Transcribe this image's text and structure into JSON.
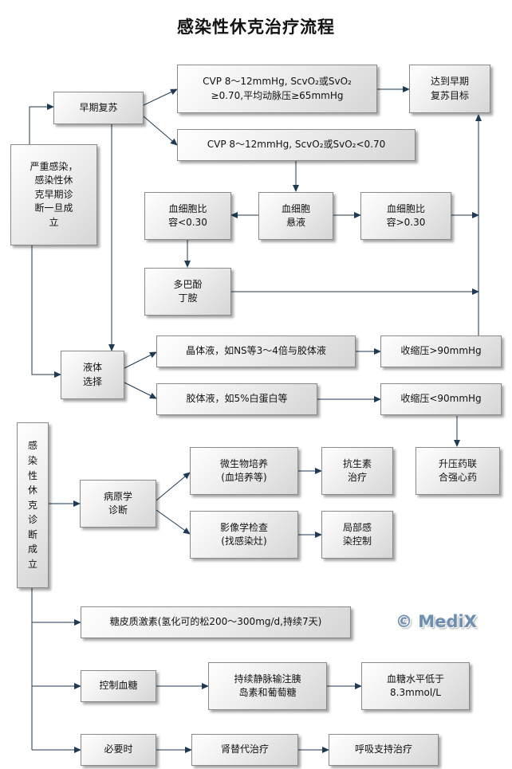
{
  "title": "感染性休克治疗流程",
  "colors": {
    "edge": "#1f3a52",
    "node_border": "#8a8a8a",
    "watermark": "#6e8fb0"
  },
  "nodes": {
    "severe_infection": "严重感染，\n感染性休\n克早期诊\n断一旦成\n立",
    "shock_confirmed": "感\n染\n性\n休\n克\n诊\n断\n成\n立",
    "early_resuscitation": "早期复苏",
    "cvp_target_met": "CVP 8～12mmHg, ScvO₂或SvO₂\n≥0.70,平均动脉压≥65mmHg",
    "cvp_target_unmet": "CVP 8～12mmHg, ScvO₂或SvO₂<0.70",
    "early_goal_reached": "达到早期\n复苏目标",
    "hct_low": "血细胞比\n容<0.30",
    "rbc_suspension": "血细胞\n悬液",
    "hct_high": "血细胞比\n容>0.30",
    "dobutamine": "多巴酚\n丁胺",
    "fluid_choice": "液体\n选择",
    "crystalloid": "晶体液，如NS等3～4倍与胶体液",
    "colloid": "胶体液，如5%白蛋白等",
    "sbp_high": "收缩压>90mmHg",
    "sbp_low": "收缩压<90mmHg",
    "vasopressor_inotrope": "升压药联\n合强心药",
    "etiology_diagnosis": "病原学\n诊断",
    "microbial_culture": "微生物培养\n(血培养等)",
    "antibiotic_therapy": "抗生素\n治疗",
    "imaging": "影像学检查\n(找感染灶)",
    "source_control": "局部感\n染控制",
    "corticosteroid": "糖皮质激素(氢化可的松200～300mg/d,持续7天)",
    "glucose_control": "控制血糖",
    "insulin_glucose_infusion": "持续静脉输注胰\n岛素和葡萄糖",
    "glucose_below": "血糖水平低于\n8.3mmol/L",
    "when_necessary": "必要时",
    "renal_replacement": "肾替代治疗",
    "respiratory_support": "呼吸支持治疗"
  },
  "edges": [
    [
      "severe_infection",
      "early_resuscitation"
    ],
    [
      "early_resuscitation",
      "cvp_target_met"
    ],
    [
      "early_resuscitation",
      "cvp_target_unmet"
    ],
    [
      "cvp_target_met",
      "early_goal_reached"
    ],
    [
      "cvp_target_unmet",
      "rbc_suspension"
    ],
    [
      "rbc_suspension",
      "hct_low"
    ],
    [
      "rbc_suspension",
      "hct_high"
    ],
    [
      "hct_high",
      "early_goal_reached"
    ],
    [
      "hct_low",
      "dobutamine"
    ],
    [
      "dobutamine",
      "early_goal_reached"
    ],
    [
      "early_resuscitation",
      "fluid_choice"
    ],
    [
      "severe_infection",
      "fluid_choice"
    ],
    [
      "fluid_choice",
      "crystalloid"
    ],
    [
      "fluid_choice",
      "colloid"
    ],
    [
      "crystalloid",
      "sbp_high"
    ],
    [
      "colloid",
      "sbp_low"
    ],
    [
      "sbp_high",
      "early_goal_reached"
    ],
    [
      "sbp_low",
      "vasopressor_inotrope"
    ],
    [
      "shock_confirmed",
      "etiology_diagnosis"
    ],
    [
      "etiology_diagnosis",
      "microbial_culture"
    ],
    [
      "etiology_diagnosis",
      "imaging"
    ],
    [
      "microbial_culture",
      "antibiotic_therapy"
    ],
    [
      "imaging",
      "source_control"
    ],
    [
      "shock_confirmed",
      "corticosteroid"
    ],
    [
      "shock_confirmed",
      "glucose_control"
    ],
    [
      "glucose_control",
      "insulin_glucose_infusion"
    ],
    [
      "insulin_glucose_infusion",
      "glucose_below"
    ],
    [
      "shock_confirmed",
      "when_necessary"
    ],
    [
      "when_necessary",
      "renal_replacement"
    ],
    [
      "renal_replacement",
      "respiratory_support"
    ]
  ],
  "watermark": "© MediX"
}
